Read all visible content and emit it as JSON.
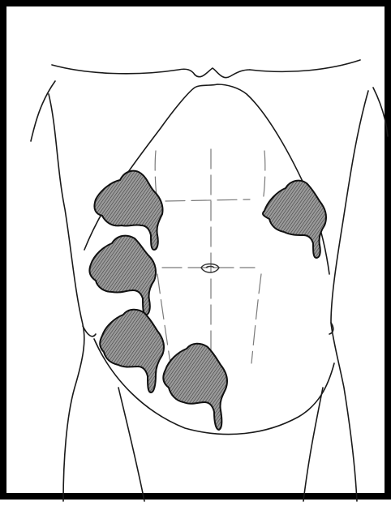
{
  "figure": {
    "subject": "abdomen-front-view",
    "line_color": "#1a1a1a",
    "muscle_line_color": "#7a7a7a",
    "pouch_fill": "#8c8c8c",
    "pouch_hatch": "#3a3a3a",
    "pouch_outline": "#111111",
    "border_color": "#000000",
    "pouch_count": 5,
    "pouch_sites": [
      "left-upper-abdomen",
      "left-mid-abdomen",
      "left-lower-abdomen",
      "lower-central-abdomen",
      "right-upper-abdomen"
    ]
  }
}
